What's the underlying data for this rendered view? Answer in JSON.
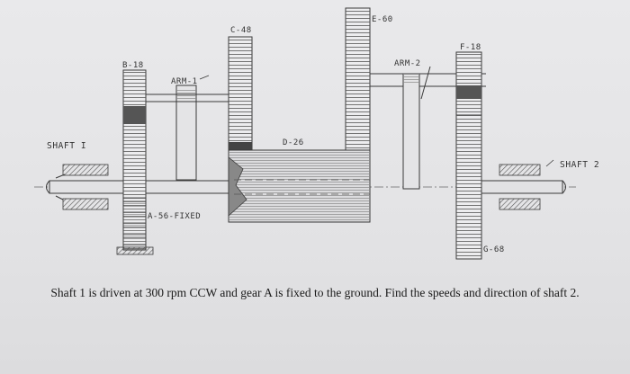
{
  "labels": {
    "shaft1": "SHAFT I",
    "shaft2": "SHAFT 2",
    "gearA": "A-56-FIXED",
    "gearB": "B-18",
    "gearC": "C-48",
    "gearD": "D-26",
    "gearE": "E-60",
    "gearF": "F-18",
    "gearG": "G-68",
    "arm1": "ARM-1",
    "arm2": "ARM-2"
  },
  "caption": "Shaft 1 is driven at 300 rpm CCW and gear A is fixed to the ground. Find the speeds and direction of shaft 2.",
  "colors": {
    "line": "#3a3a3a",
    "paper": "#e6e6e8",
    "hatch": "#6a6a6a"
  }
}
